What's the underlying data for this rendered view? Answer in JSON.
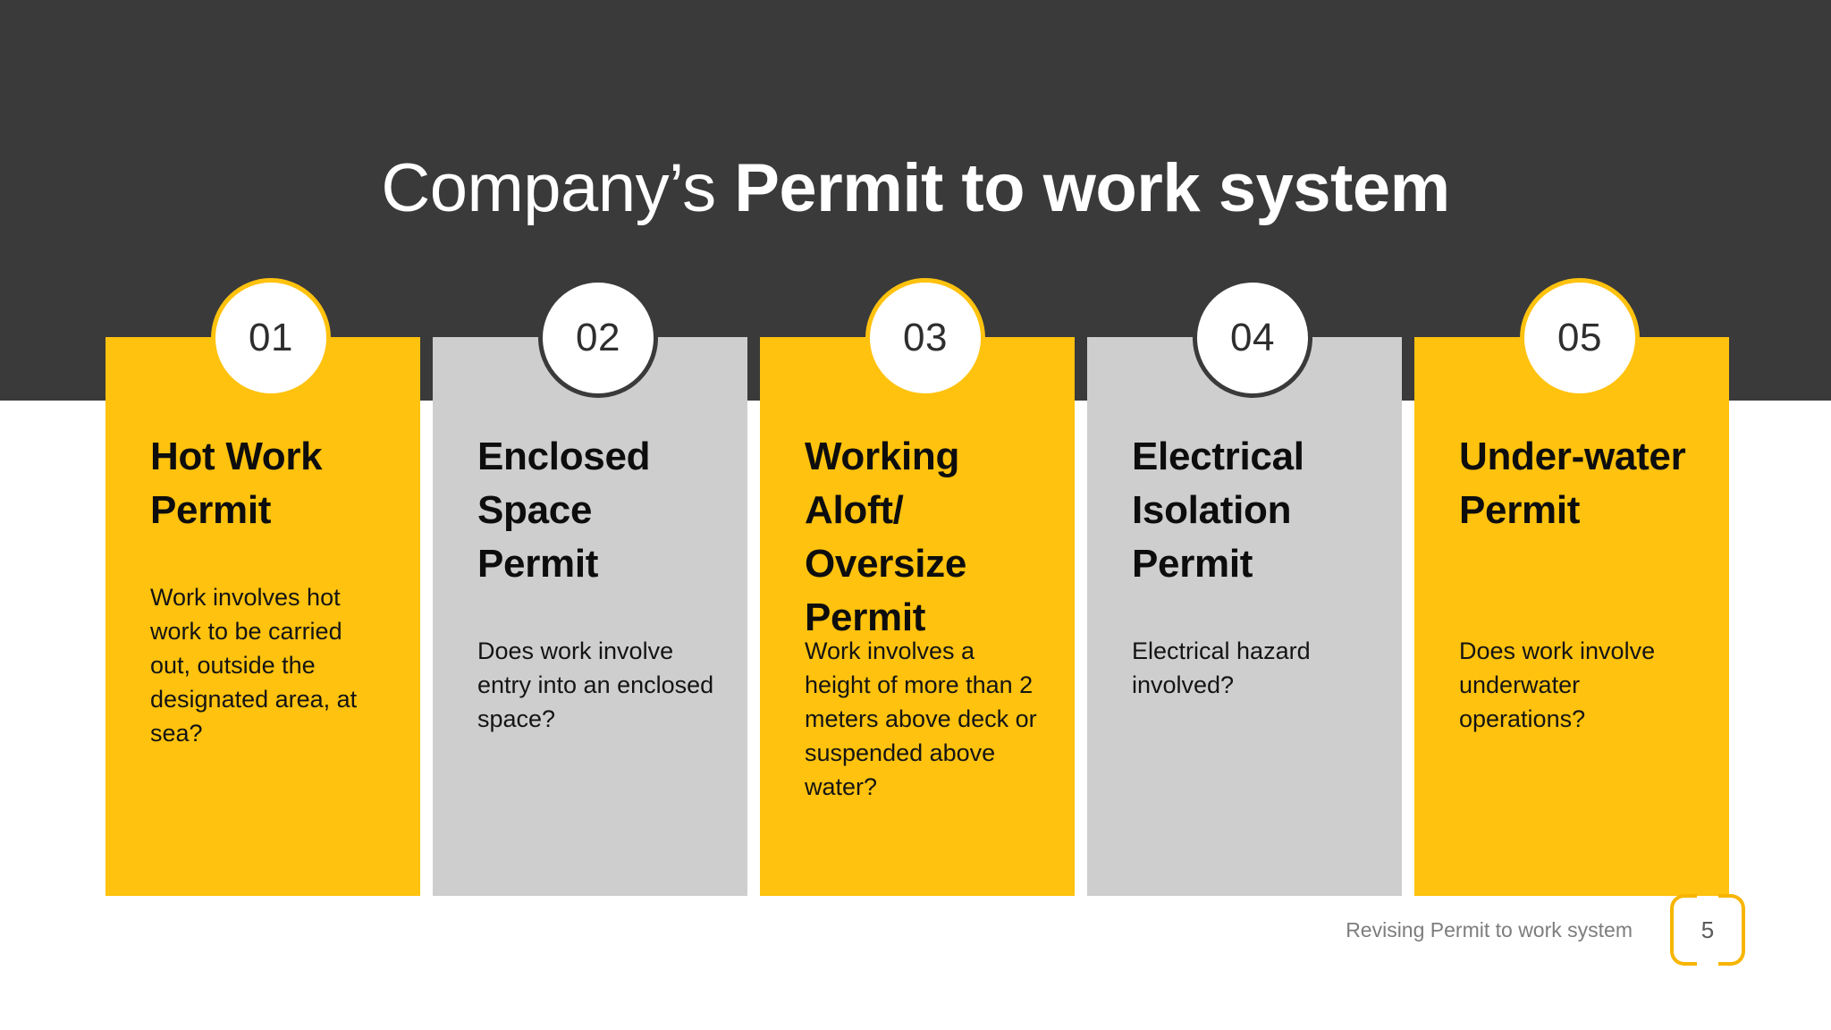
{
  "slide": {
    "title_light": "Company’s ",
    "title_bold": "Permit to work system",
    "header_bg": "#3a3a3a",
    "accent_yellow": "#FFC20E",
    "accent_gray": "#CECECE"
  },
  "cards": [
    {
      "number": "01",
      "heading": "Hot Work Permit",
      "body": "Work involves hot work to be carried out, outside the designated area, at sea?",
      "color": "yellow",
      "ring": "yellow"
    },
    {
      "number": "02",
      "heading": "Enclosed Space Permit",
      "body": "Does work involve entry into an enclosed space?",
      "color": "gray",
      "ring": "dark"
    },
    {
      "number": "03",
      "heading": "Working Aloft/ Oversize Permit",
      "body": "Work involves a height of more than 2 meters above deck or suspended above water?",
      "color": "yellow",
      "ring": "yellow"
    },
    {
      "number": "04",
      "heading": "Electrical Isolation Permit",
      "body": "Electrical hazard involved?",
      "color": "gray",
      "ring": "dark"
    },
    {
      "number": "05",
      "heading": "Under-water Permit",
      "body": "Does work involve underwater operations?",
      "color": "yellow",
      "ring": "yellow"
    }
  ],
  "footer": {
    "label": "Revising Permit to work system",
    "page_number": "5"
  }
}
